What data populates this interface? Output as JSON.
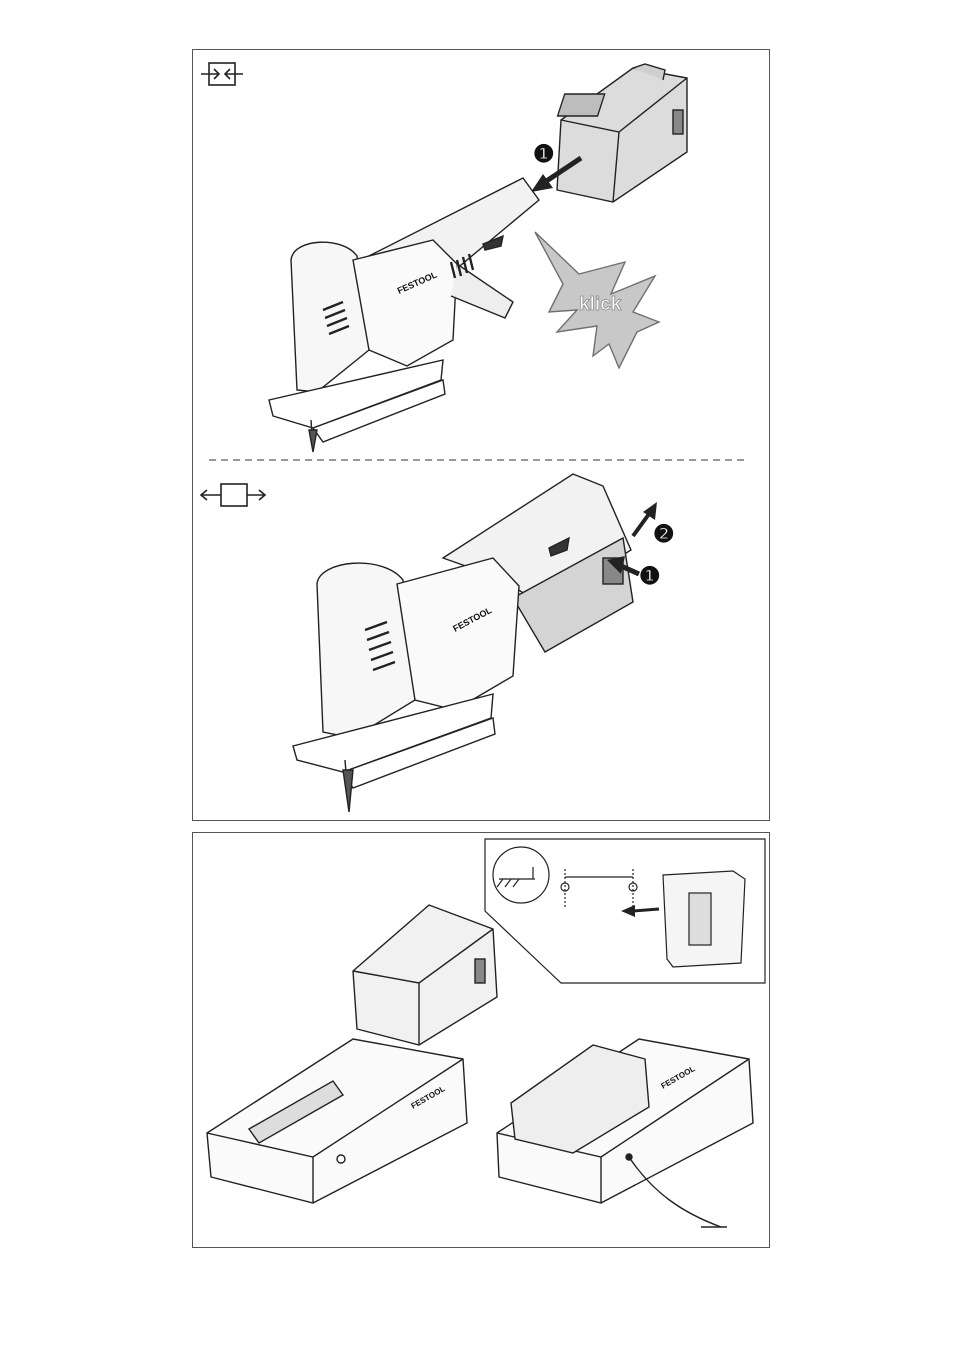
{
  "page": {
    "top_figure": {
      "insert_symbol": "insert-arrows-icon",
      "remove_symbol": "remove-arrows-icon",
      "step_insert_1": "❶",
      "click_text": "klick",
      "step_remove_1": "❶",
      "step_remove_2": "❷",
      "brand_label": "FESTOOL"
    },
    "bottom_figure": {
      "brand_label": "FESTOOL"
    },
    "colors": {
      "line": "#222222",
      "battery_fill": "#d9d9d9",
      "burst_fill": "#c8c8c8",
      "burst_stroke": "#707070"
    }
  }
}
